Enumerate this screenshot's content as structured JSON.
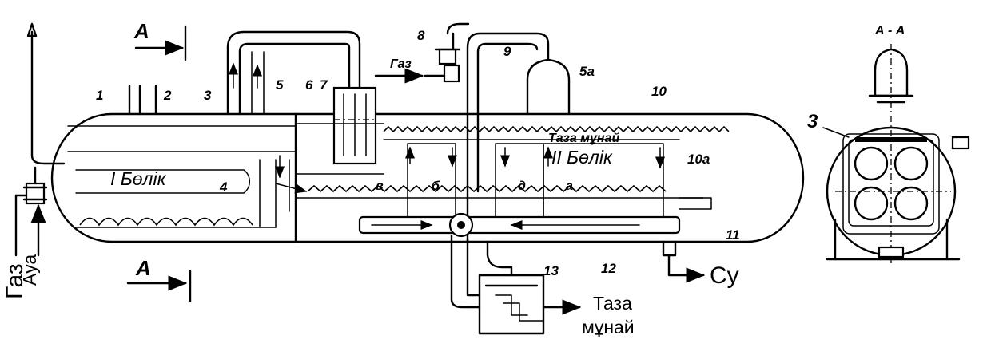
{
  "labels": {
    "gas_in": "Газ",
    "air_in": "Ауа",
    "gas_out": "Газ",
    "water_out": "Су",
    "clean_oil_inside": "Таза мұнай",
    "clean_oil_out_line1": "Таза",
    "clean_oil_out_line2": "мұнай",
    "section_1": "I Бөлік",
    "section_2": "II Бөлік",
    "cut_mark_top": "А",
    "cut_mark_bottom": "А",
    "section_view_title": "А - А"
  },
  "callouts": {
    "n1": "1",
    "n2": "2",
    "n3": "3",
    "n4": "4",
    "n5": "5",
    "n5a": "5а",
    "n6": "6",
    "n7": "7",
    "n8": "8",
    "n9": "9",
    "n10": "10",
    "n10a": "10а",
    "n11": "11",
    "n12": "12",
    "n13": "13",
    "side3": "3",
    "zone_v": "в",
    "zone_b": "б",
    "zone_d": "д",
    "zone_a": "а"
  }
}
